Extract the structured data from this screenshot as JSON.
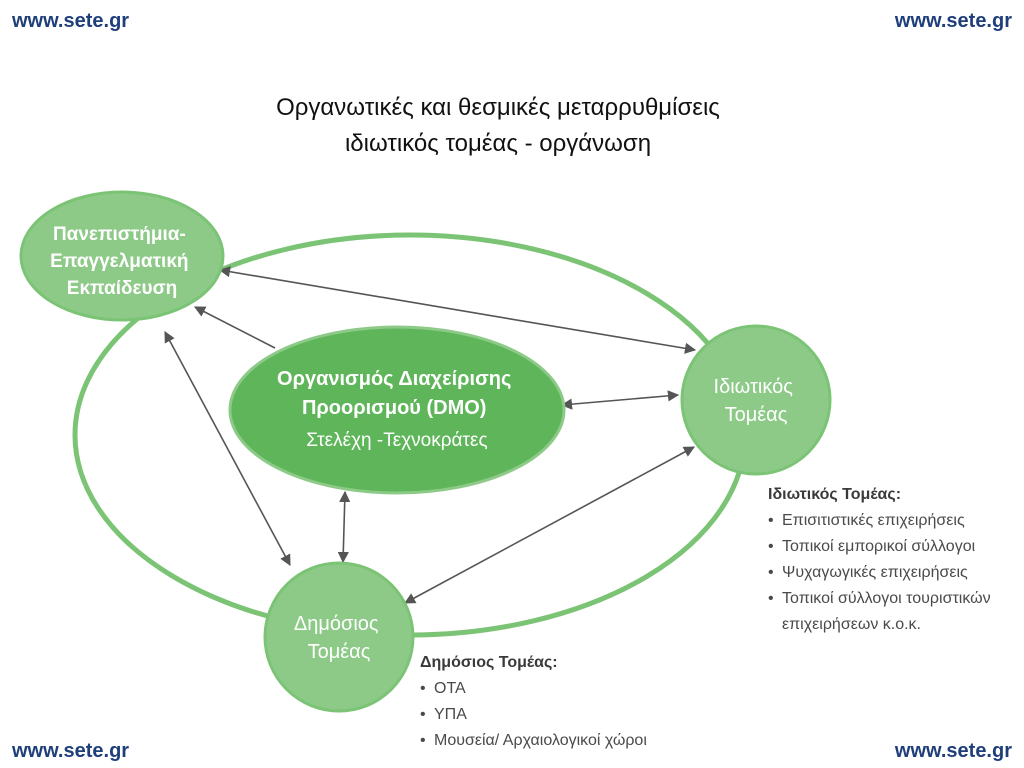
{
  "header": {
    "logo_left": "www.sete.gr",
    "logo_right": "www.sete.gr"
  },
  "footer": {
    "logo_left": "www.sete.gr",
    "logo_right": "www.sete.gr"
  },
  "title": {
    "line1": "Οργανωτικές και θεσμικές μεταρρυθμίσεις",
    "line2": "ιδιωτικός τομέας - οργάνωση"
  },
  "nodes": {
    "university": {
      "line1": "Πανεπιστήμια-",
      "line2": "Επαγγελματική",
      "line3": "Εκπαίδευση"
    },
    "dmo": {
      "line1": "Οργανισμός Διαχείρισης",
      "line2": "Προορισμού (DMO)",
      "line3": "Στελέχη -Τεχνοκράτες"
    },
    "private": {
      "line1": "Ιδιωτικός",
      "line2": "Τομέας"
    },
    "public": {
      "line1": "Δημόσιος",
      "line2": "Τομέας"
    }
  },
  "private_list": {
    "heading": "Ιδιωτικός Τομέας:",
    "items": [
      "Επισιτιστικές επιχειρήσεις",
      "Τοπικοί εμπορικοί σύλλογοι",
      "Ψυχαγωγικές επιχειρήσεις",
      "Τοπικοί σύλλογοι τουριστικών επιχειρήσεων κ.ο.κ."
    ]
  },
  "public_list": {
    "heading": "Δημόσιος Τομέας:",
    "items": [
      "ΟΤΑ",
      "ΥΠΑ",
      "Μουσεία/ Αρχαιολογικοί χώροι"
    ]
  },
  "colors": {
    "node_fill": "#8dca88",
    "dmo_fill": "#5fb55a",
    "ring_stroke": "#7cc475",
    "arrow": "#555555",
    "link_text": "#1f3f7a"
  }
}
